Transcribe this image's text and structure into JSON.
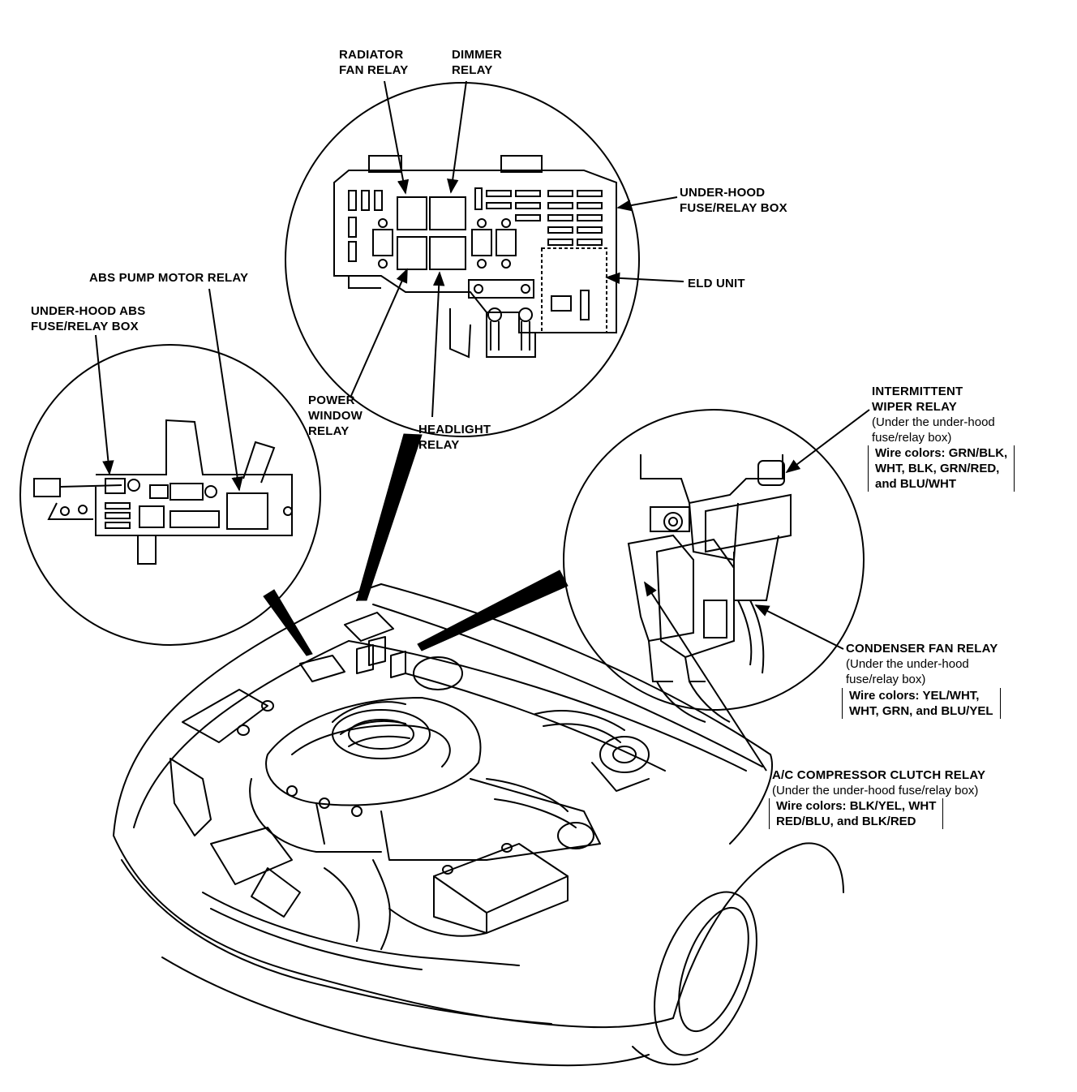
{
  "labels": {
    "radiator_fan_relay": [
      "RADIATOR",
      "FAN RELAY"
    ],
    "dimmer_relay": [
      "DIMMER",
      "RELAY"
    ],
    "under_hood_fuse_relay_box": [
      "UNDER-HOOD",
      "FUSE/RELAY BOX"
    ],
    "eld_unit": "ELD UNIT",
    "abs_pump_motor_relay": "ABS PUMP MOTOR RELAY",
    "under_hood_abs_fuse_relay_box": [
      "UNDER-HOOD ABS",
      "FUSE/RELAY BOX"
    ],
    "power_window_relay": [
      "POWER",
      "WINDOW",
      "RELAY"
    ],
    "headlight_relay": [
      "HEADLIGHT",
      "RELAY"
    ]
  },
  "callouts": {
    "intermittent_wiper_relay": {
      "title": [
        "INTERMITTENT",
        "WIPER RELAY"
      ],
      "note": [
        "(Under the under-hood",
        "fuse/relay box)"
      ],
      "wires": [
        "Wire colors: GRN/BLK,",
        "WHT, BLK, GRN/RED,",
        "and BLU/WHT"
      ]
    },
    "condenser_fan_relay": {
      "title": "CONDENSER FAN RELAY",
      "note": [
        "(Under the under-hood",
        "fuse/relay box)"
      ],
      "wires": [
        "Wire colors: YEL/WHT,",
        "WHT, GRN, and BLU/YEL"
      ]
    },
    "ac_compressor_clutch_relay": {
      "title": "A/C COMPRESSOR CLUTCH RELAY",
      "note": "(Under the under-hood fuse/relay box)",
      "wires": [
        "Wire colors: BLK/YEL, WHT",
        "RED/BLU, and BLK/RED"
      ]
    }
  },
  "style": {
    "line_color": "#000000",
    "background": "#ffffff"
  }
}
